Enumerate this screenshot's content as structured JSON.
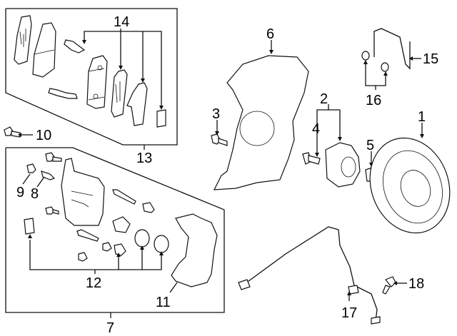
{
  "diagram": {
    "title": "Front brake assembly exploded parts diagram",
    "callouts": [
      {
        "id": "1",
        "label": "1",
        "part": "brake-rotor"
      },
      {
        "id": "2",
        "label": "2",
        "part": "hub-bearing-assembly"
      },
      {
        "id": "3",
        "label": "3",
        "part": "splash-shield-bolt"
      },
      {
        "id": "4",
        "label": "4",
        "part": "wheel-stud"
      },
      {
        "id": "5",
        "label": "5",
        "part": "axle-nut"
      },
      {
        "id": "6",
        "label": "6",
        "part": "splash-shield"
      },
      {
        "id": "7",
        "label": "7",
        "part": "caliper-assembly"
      },
      {
        "id": "8",
        "label": "8",
        "part": "bleeder-screw"
      },
      {
        "id": "9",
        "label": "9",
        "part": "bleeder-cap"
      },
      {
        "id": "10",
        "label": "10",
        "part": "caliper-bracket-bolt"
      },
      {
        "id": "11",
        "label": "11",
        "part": "caliper-bracket"
      },
      {
        "id": "12",
        "label": "12",
        "part": "caliper-repair-kit"
      },
      {
        "id": "13",
        "label": "13",
        "part": "brake-pad-set"
      },
      {
        "id": "14",
        "label": "14",
        "part": "pad-hardware-kit"
      },
      {
        "id": "15",
        "label": "15",
        "part": "brake-hose"
      },
      {
        "id": "16",
        "label": "16",
        "part": "hose-washers"
      },
      {
        "id": "17",
        "label": "17",
        "part": "abs-sensor"
      },
      {
        "id": "18",
        "label": "18",
        "part": "sensor-bolt"
      }
    ]
  }
}
